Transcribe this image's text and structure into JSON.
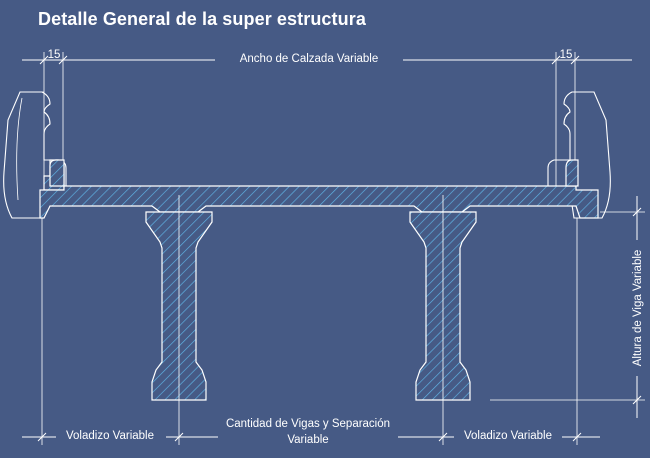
{
  "title": "Detalle General de la super estructura",
  "dimensions": {
    "left_offset": "15",
    "right_offset": "15",
    "roadway_width": "Ancho de Calzada Variable",
    "beam_height": "Altura de Viga Variable",
    "overhang_left": "Voladizo Variable",
    "overhang_right": "Voladizo Variable",
    "beams_spacing_line1": "Cantidad de Vigas y Separación",
    "beams_spacing_line2": "Variable"
  },
  "colors": {
    "background": "#465a85",
    "lines": "#ffffff",
    "hatch": "#5fb4e6"
  }
}
